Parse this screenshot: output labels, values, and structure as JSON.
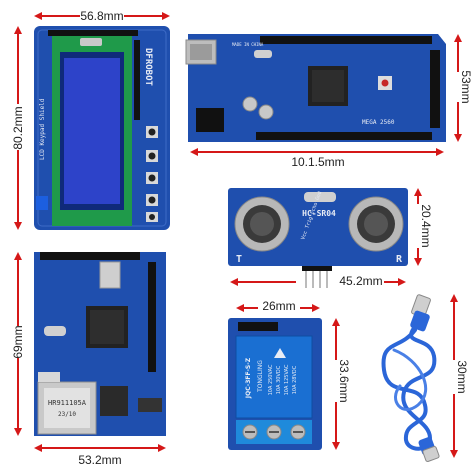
{
  "colors": {
    "board_blue": "#1f4fae",
    "board_dark": "#183c88",
    "dimension_red": "#d51818",
    "lcd_green": "#1f9a4a",
    "lcd_screen": "#2d43c9",
    "relay_blue": "#1a6fd2",
    "cable_blue": "#2b66d8"
  },
  "dimensions": {
    "lcd_width": "56.8mm",
    "lcd_height": "80.2mm",
    "mega_width": "10.1.5mm",
    "mega_height": "53mm",
    "sonar_width": "45.2mm",
    "sonar_height": "20.4mm",
    "ethernet_width": "53.2mm",
    "ethernet_height": "69mm",
    "relay_width": "26mm",
    "relay_height": "33.6mm",
    "cable_length": "30mm"
  },
  "labels": {
    "lcd_brand": "DFROBOT",
    "lcd_keypad": "LCD Keypad Shield",
    "mega_model": "MEGA 2560",
    "mega_made": "MADE IN CHINA",
    "sonar_model": "HC-SR04",
    "sonar_t": "T",
    "sonar_r": "R",
    "sonar_pins": "Vcc Trig Echo Gnd",
    "relay_brand": "TONGLING",
    "relay_spec1": "10A 250VAC",
    "relay_spec2": "10A 30VDC",
    "relay_spec3": "10A 125VAC",
    "relay_spec4": "10A 28VDC",
    "relay_model": "JQC-3FF-S-Z",
    "eth_jack": "HR911105A",
    "eth_jack2": "23/10"
  }
}
